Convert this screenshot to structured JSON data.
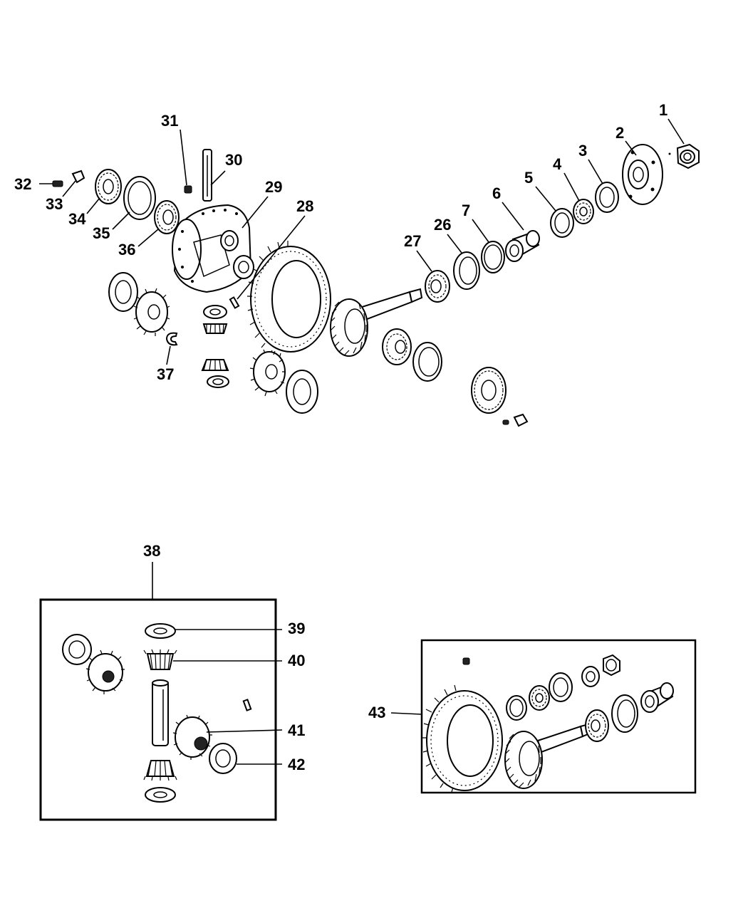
{
  "callouts": {
    "c1": "1",
    "c2": "2",
    "c3": "3",
    "c4": "4",
    "c5": "5",
    "c6": "6",
    "c7": "7",
    "c26": "26",
    "c27": "27",
    "c28": "28",
    "c29": "29",
    "c30": "30",
    "c31": "31",
    "c32": "32",
    "c33": "33",
    "c34": "34",
    "c35": "35",
    "c36": "36",
    "c37": "37",
    "c38": "38",
    "c39": "39",
    "c40": "40",
    "c41": "41",
    "c42": "42",
    "c43": "43"
  },
  "icons": {
    "nut": "hex-nut-icon",
    "flange": "companion-flange-icon",
    "bearing": "tapered-bearing-icon",
    "ring_gear": "ring-gear-icon",
    "pinion": "drive-pinion-icon",
    "case": "differential-case-icon"
  }
}
